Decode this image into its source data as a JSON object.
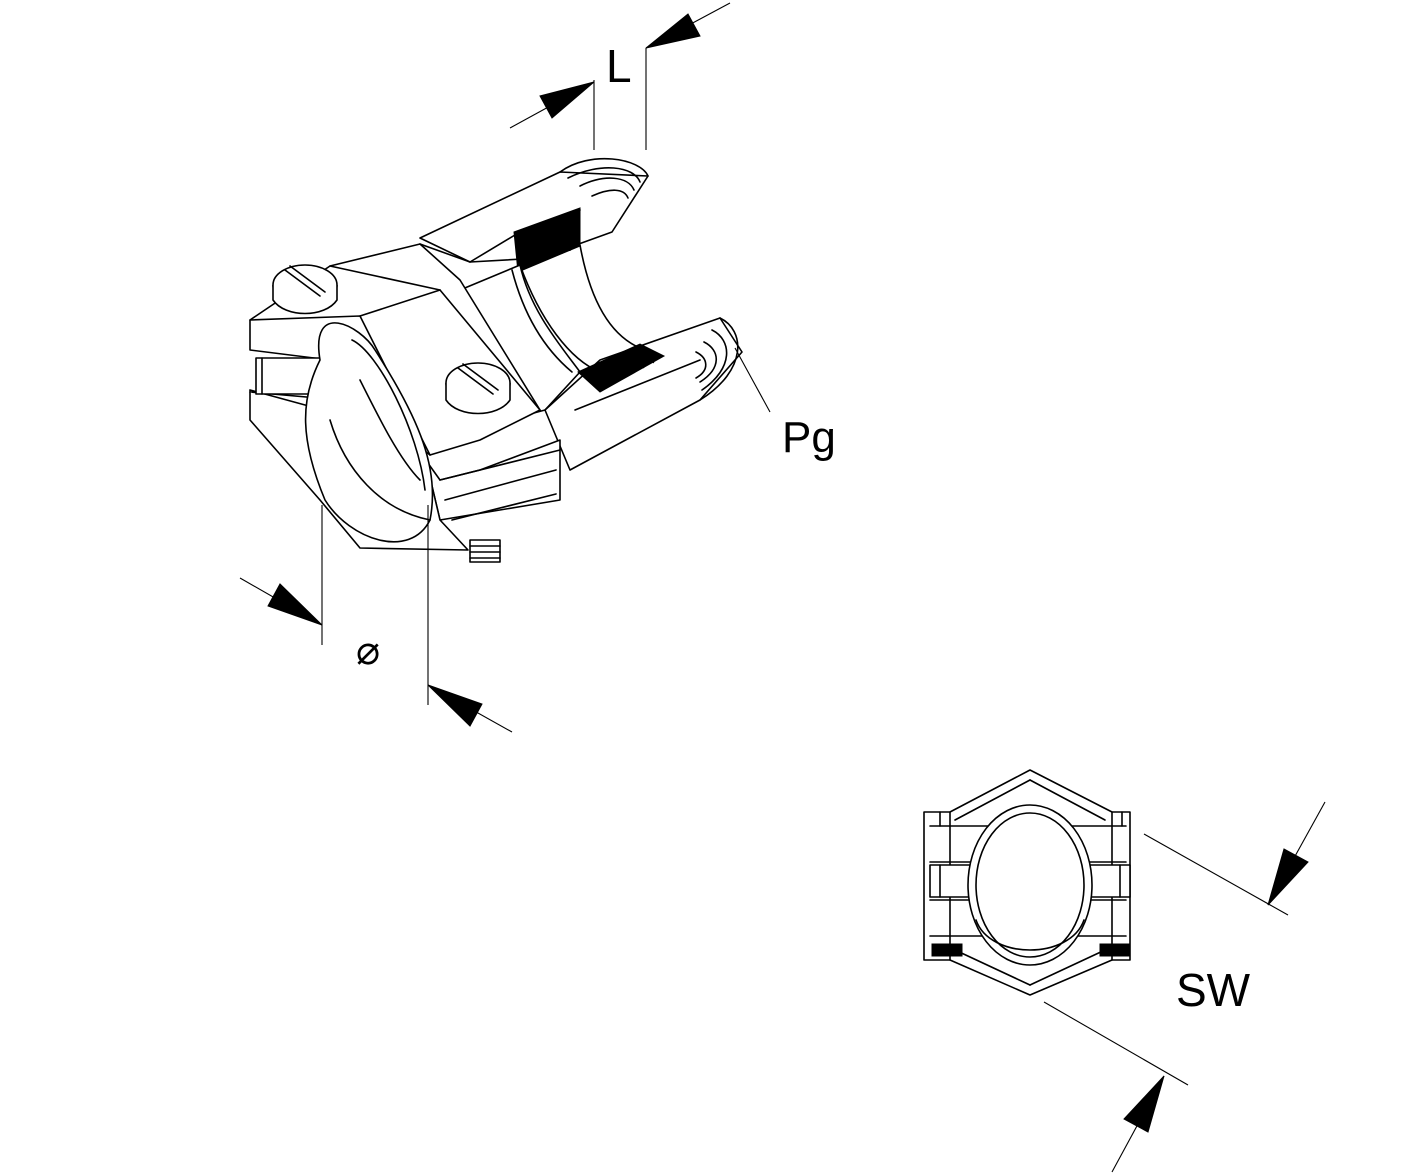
{
  "labels": {
    "length": "L",
    "thread": "Pg",
    "diameter": "⌀",
    "wrench_size": "SW"
  }
}
